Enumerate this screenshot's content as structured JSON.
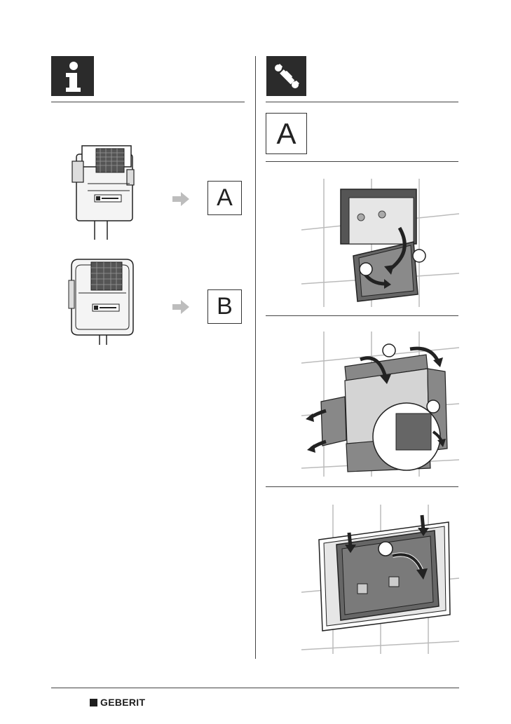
{
  "left_column": {
    "info_icon": "info-icon",
    "options": [
      {
        "letter": "A"
      },
      {
        "letter": "B"
      }
    ]
  },
  "right_column": {
    "tool_icon": "wrench-icon",
    "section_letter": "A"
  },
  "footer": {
    "brand": "GEBERIT"
  }
}
